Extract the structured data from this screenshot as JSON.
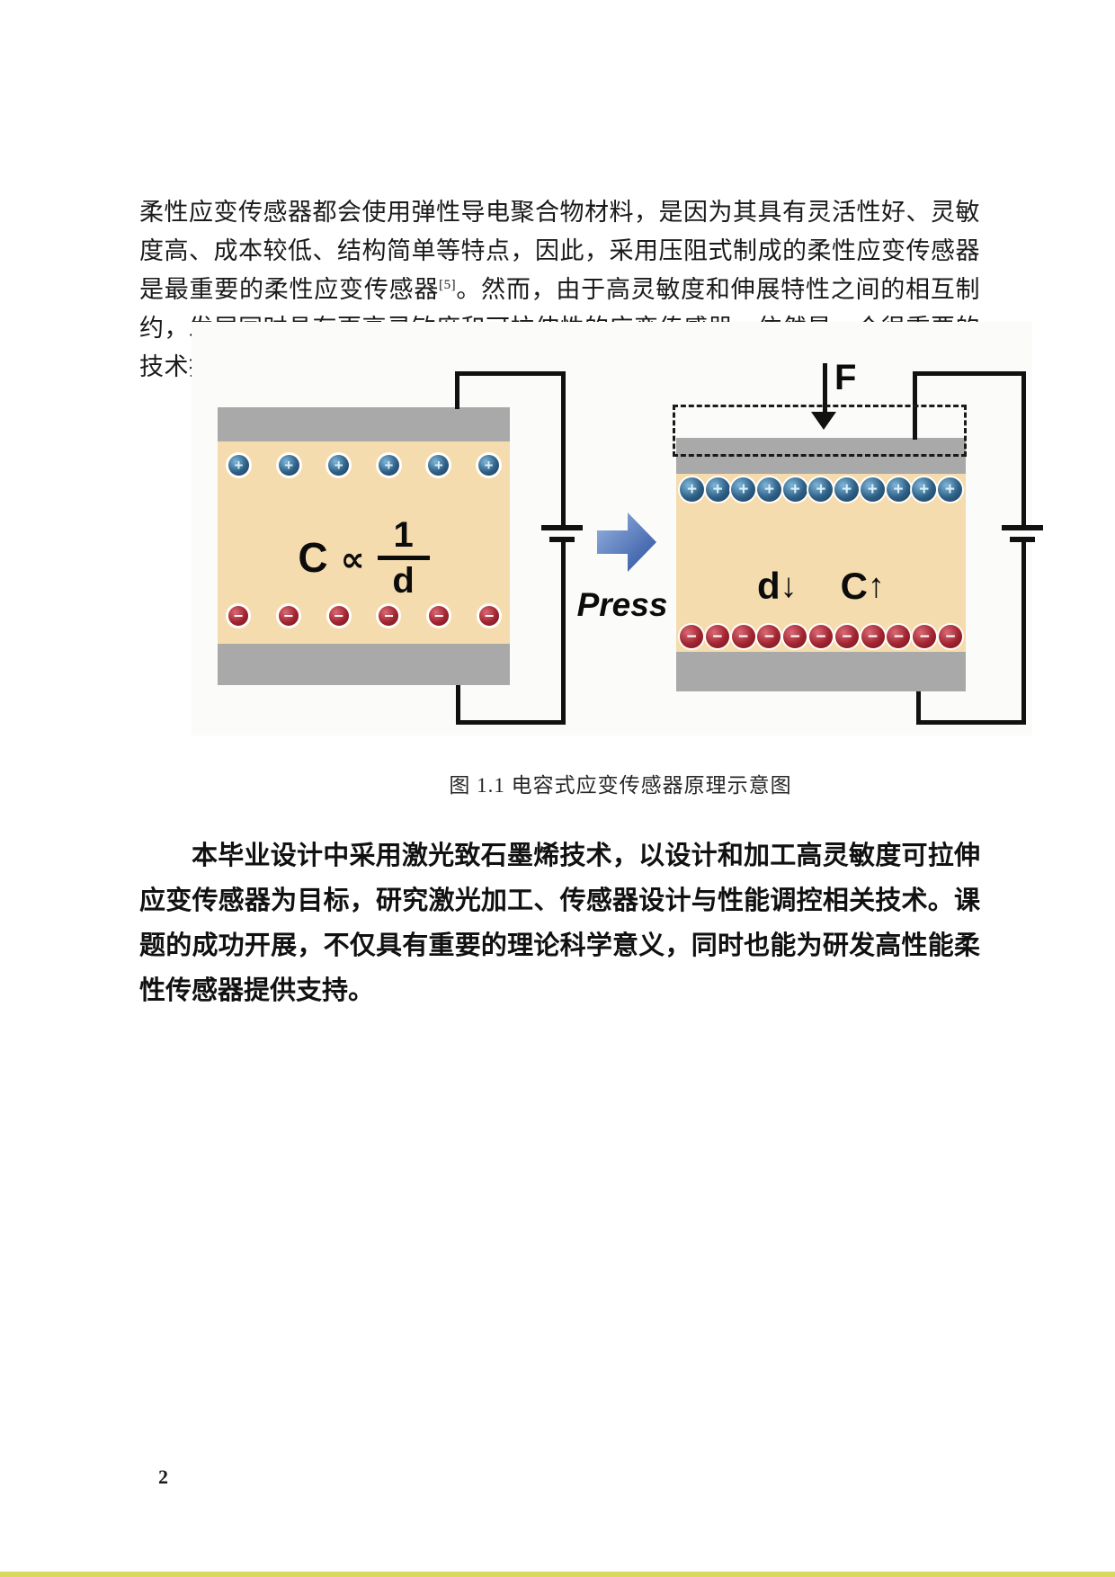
{
  "page": {
    "number": "2"
  },
  "paragraph1": {
    "text_before_ref": "柔性应变传感器都会使用弹性导电聚合物材料，是因为其具有灵活性好、灵敏度高、成本较低、结构简单等特点，因此，采用压阻式制成的柔性应变传感器是最重要的柔性应变传感器",
    "reference": "[5]",
    "text_after_ref": "。然而，由于高灵敏度和伸展特性之间的相互制约，发展同时具有更高灵敏度和可拉伸性的应变传感器，依然是一个很重要的技术挑战。"
  },
  "figure": {
    "caption": "图 1.1 电容式应变传感器原理示意图",
    "press_label": "Press",
    "symbols": {
      "plus": "+",
      "minus": "−"
    },
    "left_capacitor": {
      "formula_c": "C",
      "formula_prop": "∝",
      "formula_numerator": "1",
      "formula_denominator": "d",
      "positive_charges": 6,
      "negative_charges": 6
    },
    "right_capacitor": {
      "force_label": "F",
      "d_label": "d",
      "d_arrow": "↓",
      "c_label": "C",
      "c_arrow": "↑",
      "positive_charges": 11,
      "negative_charges": 11
    },
    "colors": {
      "plate_gray": "#a9a9a9",
      "dielectric_cream": "#f5dcae",
      "positive_charge_blue": "#2e5f86",
      "negative_charge_red": "#a02430",
      "arrow_blue": "#2a4f9e",
      "wire_black": "#111111"
    }
  },
  "paragraph2": {
    "text": "本毕业设计中采用激光致石墨烯技术，以设计和加工高灵敏度可拉伸应变传感器为目标，研究激光加工、传感器设计与性能调控相关技术。课题的成功开展，不仅具有重要的理论科学意义，同时也能为研发高性能柔性传感器提供支持。"
  }
}
